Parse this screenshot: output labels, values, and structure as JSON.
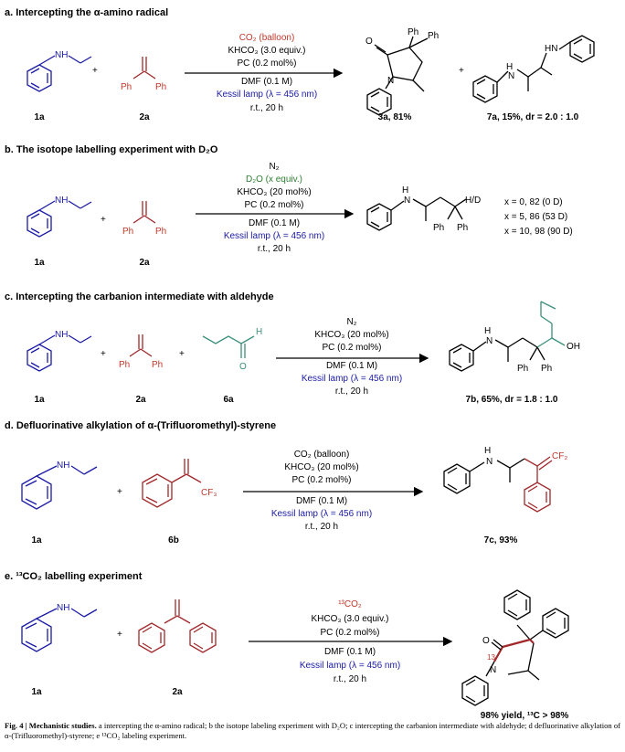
{
  "colors": {
    "substrate": "#1a1aa6",
    "alkene": "#a0282a",
    "aldehyde": "#3a8f7a",
    "lamp": "#1a1aa6",
    "deuterium": "#2e7d32",
    "co2": "#c0392b"
  },
  "panels": {
    "a": {
      "heading": "a. Intercepting the α-amino radical",
      "reagents": [
        "CO₂ (balloon)",
        "KHCO₃ (3.0 equiv.)",
        "PC (0.2 mol%)",
        "DMF (0.1 M)",
        "Kessil lamp (λ = 456 nm)",
        "r.t., 20 h"
      ],
      "labels": [
        "1a",
        "2a",
        "3a, 81%",
        "7a, 15%, dr = 2.0 : 1.0"
      ]
    },
    "b": {
      "heading": "b. The isotope labelling experiment with D₂O",
      "reagents": [
        "N₂",
        "D₂O (x equiv.)",
        "KHCO₃ (20 mol%)",
        "PC (0.2 mol%)",
        "DMF (0.1 M)",
        "Kessil lamp (λ = 456 nm)",
        "r.t., 20 h"
      ],
      "labels": [
        "1a",
        "2a"
      ],
      "results": [
        "x = 0, 82 (0 D)",
        "x = 5, 86 (53 D)",
        "x = 10, 98 (90 D)"
      ]
    },
    "c": {
      "heading": "c. Intercepting the carbanion intermediate with aldehyde",
      "reagents": [
        "N₂",
        "KHCO₃ (20 mol%)",
        "PC (0.2 mol%)",
        "DMF (0.1 M)",
        "Kessil lamp (λ = 456 nm)",
        "r.t., 20 h"
      ],
      "labels": [
        "1a",
        "2a",
        "6a",
        "7b, 65%, dr = 1.8 : 1.0"
      ]
    },
    "d": {
      "heading": "d. Defluorinative alkylation of α-(Trifluoromethyl)-styrene",
      "reagents": [
        "CO₂ (balloon)",
        "KHCO₃ (20 mol%)",
        "PC (0.2 mol%)",
        "DMF (0.1 M)",
        "Kessil lamp (λ = 456 nm)",
        "r.t., 20 h"
      ],
      "labels": [
        "1a",
        "6b",
        "7c, 93%"
      ]
    },
    "e": {
      "heading": "e. ¹³CO₂ labelling experiment",
      "reagents": [
        "¹³CO₂",
        "KHCO₃ (3.0 equiv.)",
        "PC (0.2 mol%)",
        "DMF (0.1 M)",
        "Kessil lamp (λ = 456 nm)",
        "r.t., 20 h"
      ],
      "labels": [
        "1a",
        "2a",
        "98% yield, ¹³C > 98%"
      ]
    }
  },
  "atoms": {
    "NH": "NH",
    "HN": "HN",
    "H": "H",
    "N": "N",
    "O": "O",
    "OH": "OH",
    "Ph": "Ph",
    "HD": "H/D",
    "CF3": "CF₃",
    "CF2": "CF₂",
    "c13": "13",
    "plus": "+"
  },
  "caption": {
    "fig": "Fig. 4 | Mechanistic studies.",
    "text": " a intercepting the α-amino radical; b the isotope labeling experiment with D₂O; c intercepting the carbanion intermediate with aldehyde; d defluorinative alkylation of α-(Trifluoromethyl)-styrene; e ¹³CO₂ labeling experiment."
  }
}
